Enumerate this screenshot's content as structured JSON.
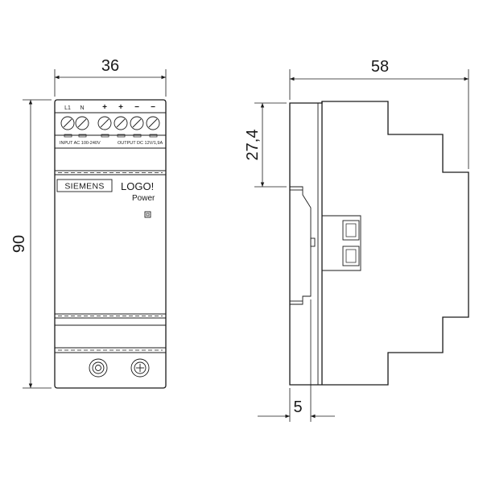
{
  "dimensions": {
    "front_width": "36",
    "front_height": "90",
    "side_depth": "58",
    "side_offset": "27,4",
    "rail_offset": "5"
  },
  "terminals": {
    "labels": [
      "L1",
      "N",
      "+",
      "+",
      "−",
      "−"
    ],
    "input_label": "INPUT AC 100-240V",
    "output_label": "OUTPUT DC 12V/1,9A"
  },
  "brand": {
    "name": "SIEMENS",
    "product": "LOGO!",
    "subtitle": "Power"
  }
}
